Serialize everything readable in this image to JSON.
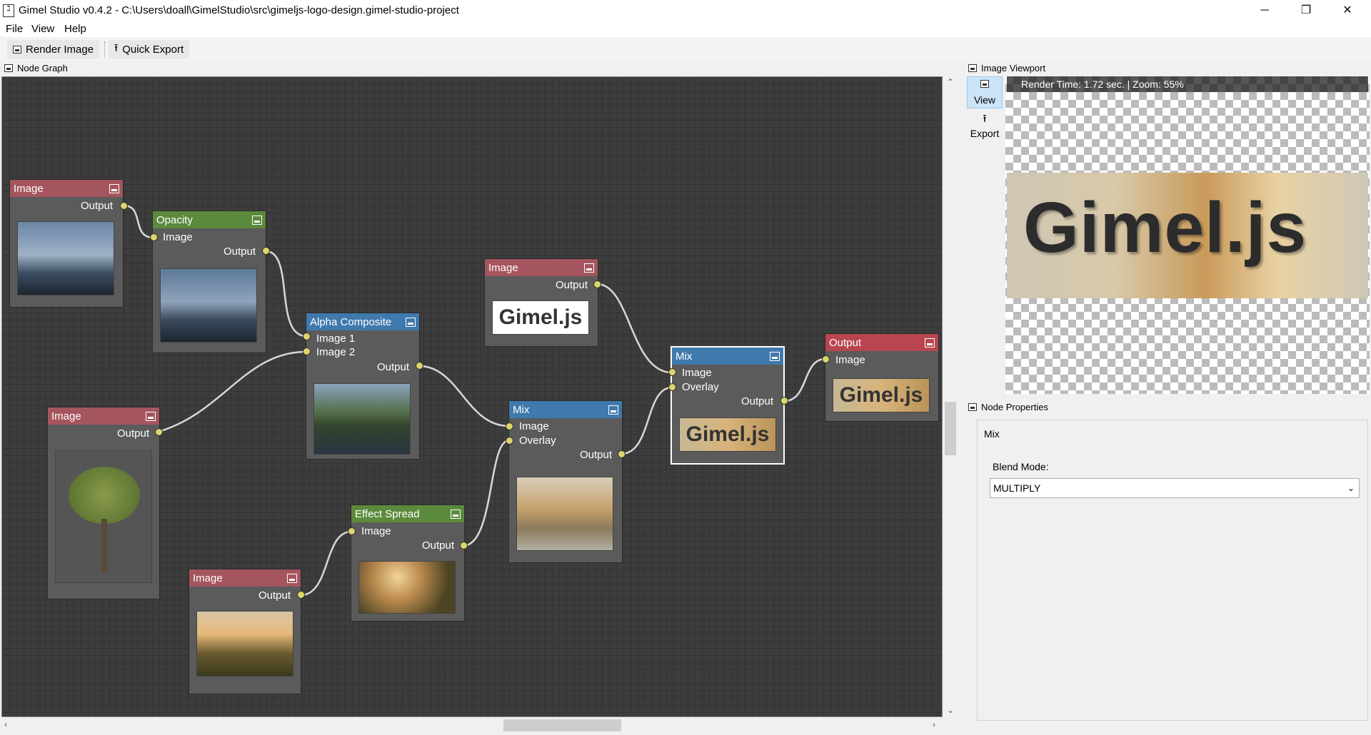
{
  "window": {
    "title": "Gimel Studio v0.4.2 - C:\\Users\\doall\\GimelStudio\\src\\gimeljs-logo-design.gimel-studio-project",
    "minimize": "─",
    "maximize": "❐",
    "close": "✕"
  },
  "menu": [
    "File",
    "View",
    "Help"
  ],
  "toolbar": {
    "render_label": "Render Image",
    "export_label": "Quick Export"
  },
  "panels": {
    "node_graph": "Node Graph",
    "image_viewport": "Image Viewport",
    "node_properties": "Node Properties"
  },
  "nodes": {
    "image1": {
      "title": "Image",
      "output": "Output"
    },
    "opacity": {
      "title": "Opacity",
      "input": "Image",
      "output": "Output"
    },
    "image2": {
      "title": "Image",
      "output": "Output"
    },
    "image3": {
      "title": "Image",
      "output": "Output",
      "thumb_text": "Gimel.js"
    },
    "alpha": {
      "title": "Alpha Composite",
      "input1": "Image 1",
      "input2": "Image 2",
      "output": "Output"
    },
    "mix1": {
      "title": "Mix",
      "input1": "Image",
      "input2": "Overlay",
      "output": "Output"
    },
    "mix2": {
      "title": "Mix",
      "input1": "Image",
      "input2": "Overlay",
      "output": "Output",
      "thumb_text": "Gimel.js"
    },
    "effect": {
      "title": "Effect Spread",
      "input": "Image",
      "output": "Output"
    },
    "image4": {
      "title": "Image",
      "output": "Output"
    },
    "output": {
      "title": "Output",
      "input": "Image",
      "thumb_text": "Gimel.js"
    }
  },
  "viewport": {
    "info": "Render Time: 1.72 sec. | Zoom: 55%",
    "view_label": "View",
    "export_label": "Export",
    "logo_text": "Gimel.js"
  },
  "properties": {
    "node_name": "Mix",
    "blend_label": "Blend Mode:",
    "blend_value": "MULTIPLY"
  },
  "colors": {
    "socket": "#dcd66a",
    "image_header": "#a5555d",
    "green_header": "#5b8a3c",
    "blue_header": "#3f79ad",
    "output_header": "#b8454f"
  }
}
